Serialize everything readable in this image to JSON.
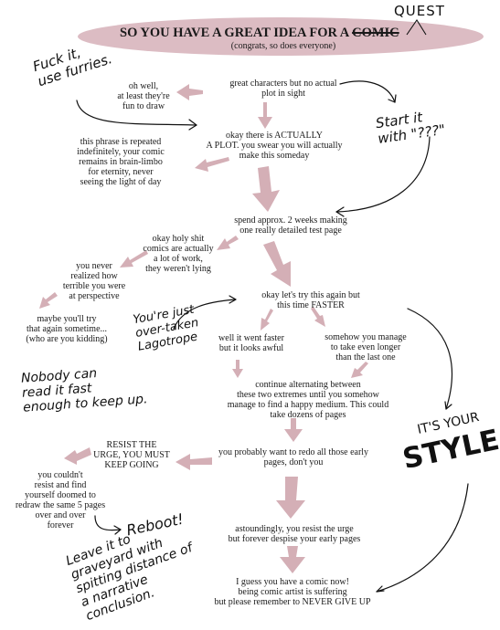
{
  "title": {
    "main": "SO YOU HAVE A GREAT IDEA FOR A",
    "struck_word": "COMIC",
    "replacement_word": "QUEST",
    "subtitle": "(congrats, so does everyone)"
  },
  "nodes": {
    "start": "great characters but no actual\nplot in sight",
    "oh_well": "oh well,\nat least they're\nfun to draw",
    "plot": "okay there is ACTUALLY\nA PLOT. you swear you will actually\nmake this someday",
    "limbo": "this phrase is repeated\nindefinitely, your comic\nremains in brain-limbo\nfor eternity, never\nseeing the light of day",
    "test_page": "spend approx. 2 weeks making\none really detailed test page",
    "lot_of_work": "okay holy shit\ncomics are actually\na lot of work,\nthey weren't lying",
    "terrible": "you never\nrealized how\nterrible you were\nat perspective",
    "maybe": "maybe you'll try\nthat again sometime...\n(who are you kidding)",
    "faster": "okay let's try this again but\nthis time FASTER",
    "went_faster": "well it went faster\nbut it looks awful",
    "even_longer": "somehow you manage\nto take even longer\nthan the last one",
    "alternating": "continue alternating between\nthese two extremes until you somehow\nmanage to find a happy medium. This could\ntake dozens of pages",
    "redo": "you probably want to redo all those early\npages, don't you",
    "resist": "RESIST THE\nURGE, YOU MUST\nKEEP GOING",
    "doomed": "you couldn't\nresist and find\nyourself doomed to\nredraw the same 5 pages\nover and over\nforever",
    "resist_urge": "astoundingly, you resist the urge\nbut forever despise your early pages",
    "final": "I guess you have a comic now!\nbeing comic artist is suffering\nbut please remember to NEVER GIVE UP"
  },
  "annotations": {
    "furries": "Fuck it,\nuse furries.",
    "start_it": "Start it\nwith \"???\"",
    "lagotrope": "You're just\nover-taken\nLagotrope",
    "nobody": "Nobody can\nread it fast\nenough to keep up.",
    "style_small": "IT'S YOUR",
    "style_big": "STYLE!",
    "reboot": "Reboot!",
    "graveyard": "Leave it to\ngraveyard with\nspitting distance of\na narrative\nconclusion."
  },
  "colors": {
    "ellipse": "#dcbcc3",
    "arrow": "#d4afb6",
    "ink": "#111111"
  }
}
